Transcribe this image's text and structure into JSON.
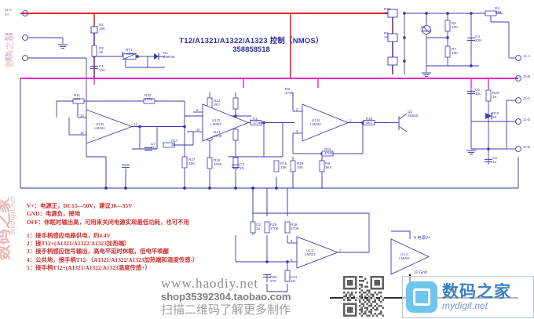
{
  "document": {
    "type": "schematic",
    "title_line1": "T12/A1321/A1322/A1323  控制（NMOS）",
    "title_line2": "358858518"
  },
  "notes": {
    "group1": [
      "V+：电源正，DC15—50V，建议30—35V",
      "GND：电源负，接地",
      "OFF：休眠时输出高，可用来关闭电源实现最低功耗，也可不用"
    ],
    "group2": [
      "1：接手柄感应电路供电，约4.4V",
      "2：接T12+(A1321/A1322/A1323加热端）",
      "3：接手柄感应信号输出，高电平延时休眠，低电平唤醒",
      "4：公共地，接手柄T12-（A1321/A1322/A1323加热端和温度传感-）",
      "5：接手柄T12+(A1321/A1322/A1323温度传感+）"
    ]
  },
  "footer": {
    "site": "www.haodiy.net",
    "shop": "shop35392304.taobao.com",
    "cta": "扫描二维码了解更多制作"
  },
  "logo": {
    "cn": "数码之家",
    "en": "mydigit.net"
  },
  "watermarks": {
    "left_vertical": "数码之家",
    "left_vertical_en": "mydigit.net"
  },
  "left_connectors": [
    {
      "ref": "J2-A",
      "name": "V+"
    },
    {
      "ref": "J2-B",
      "name": "GND"
    },
    {
      "ref": "J2-C",
      "name": "OFF"
    }
  ],
  "right_connectors": [
    {
      "ref": "J1-A",
      "name": "1"
    },
    {
      "ref": "J1-B",
      "name": "2"
    },
    {
      "ref": "J1-C",
      "name": "3"
    },
    {
      "ref": "J1-D",
      "name": "4"
    },
    {
      "ref": "J1-E",
      "name": "5"
    }
  ],
  "opamps": [
    {
      "ref": "U1:B",
      "part": "LM324",
      "pins_in": [
        "13",
        "12"
      ],
      "pin_out": "14"
    },
    {
      "ref": "U1:D",
      "part": "LM324",
      "pins_in": [
        "9",
        "10"
      ],
      "pin_out": "8"
    },
    {
      "ref": "U1:B",
      "part": "LM324",
      "pins_in": [
        "2",
        "3"
      ],
      "pin_out": "1"
    },
    {
      "ref": "U1:C",
      "part": "LM324",
      "pins_in": [
        "6",
        "5"
      ],
      "pin_out": "7"
    },
    {
      "ref": "U1:A",
      "part": "LM324",
      "power_pin": "4 电源V+",
      "gnd_pin": "11 Gnd"
    }
  ],
  "power_pin_labels": {
    "vplus": "4 电源V+",
    "gnd": "11 Gnd"
  },
  "components": [
    {
      "ref": "R1",
      "value": "10K"
    },
    {
      "ref": "R2",
      "value": "2K"
    },
    {
      "ref": "RT1",
      "value": "100K"
    },
    {
      "ref": "C1",
      "value": "10u"
    },
    {
      "ref": "D1",
      "value": "ZNR36"
    },
    {
      "ref": "R11",
      "value": "3K2"
    },
    {
      "ref": "R22",
      "value": "470K"
    },
    {
      "ref": "C7",
      "value": "1N"
    },
    {
      "ref": "R27",
      "value": "15K"
    },
    {
      "ref": "R12",
      "value": "3K7"
    },
    {
      "ref": "R14",
      "value": "270K"
    },
    {
      "ref": "R15",
      "value": "100K"
    },
    {
      "ref": "R17",
      "value": "3K"
    },
    {
      "ref": "R2",
      "value": "470K"
    },
    {
      "ref": "C3",
      "value": "1N"
    },
    {
      "ref": "R16",
      "value": "15K"
    },
    {
      "ref": "R8",
      "value": "470K"
    },
    {
      "ref": "R25",
      "value": "5K1"
    },
    {
      "ref": "R21",
      "value": "470K"
    },
    {
      "ref": "Q2",
      "value": "S8050"
    },
    {
      "ref": "R26",
      "value": "10K"
    },
    {
      "ref": "R9",
      "value": "3K2"
    },
    {
      "ref": "R31",
      "value": "1K"
    },
    {
      "ref": "R5",
      "value": "1K"
    },
    {
      "ref": "Q5",
      "value": "S8050"
    },
    {
      "ref": "R6",
      "value": "10K"
    },
    {
      "ref": "R7",
      "value": "10K"
    },
    {
      "ref": "C4",
      "value": "22N"
    },
    {
      "ref": "R4",
      "value": "10R"
    },
    {
      "ref": "C5",
      "value": "10u"
    },
    {
      "ref": "R20",
      "value": "1K"
    },
    {
      "ref": "C6",
      "value": "1u"
    },
    {
      "ref": "R10",
      "value": "2K"
    },
    {
      "ref": "D3",
      "value": "LED1"
    },
    {
      "ref": "C2",
      "value": "1u"
    },
    {
      "ref": "R28",
      "value": "470K"
    },
    {
      "ref": "R29",
      "value": "270K"
    },
    {
      "ref": "R30",
      "value": "27K"
    },
    {
      "ref": "C21",
      "value": "1N"
    },
    {
      "ref": "R19",
      "value": "100K"
    }
  ],
  "colors": {
    "wire": "#2f2f9e",
    "rail_vplus": "#ee2222",
    "rail_mid": "#ee22cc",
    "symbol": "#3a3ab0",
    "note_text": "#d03030",
    "title_text": "#2f2f9e"
  }
}
